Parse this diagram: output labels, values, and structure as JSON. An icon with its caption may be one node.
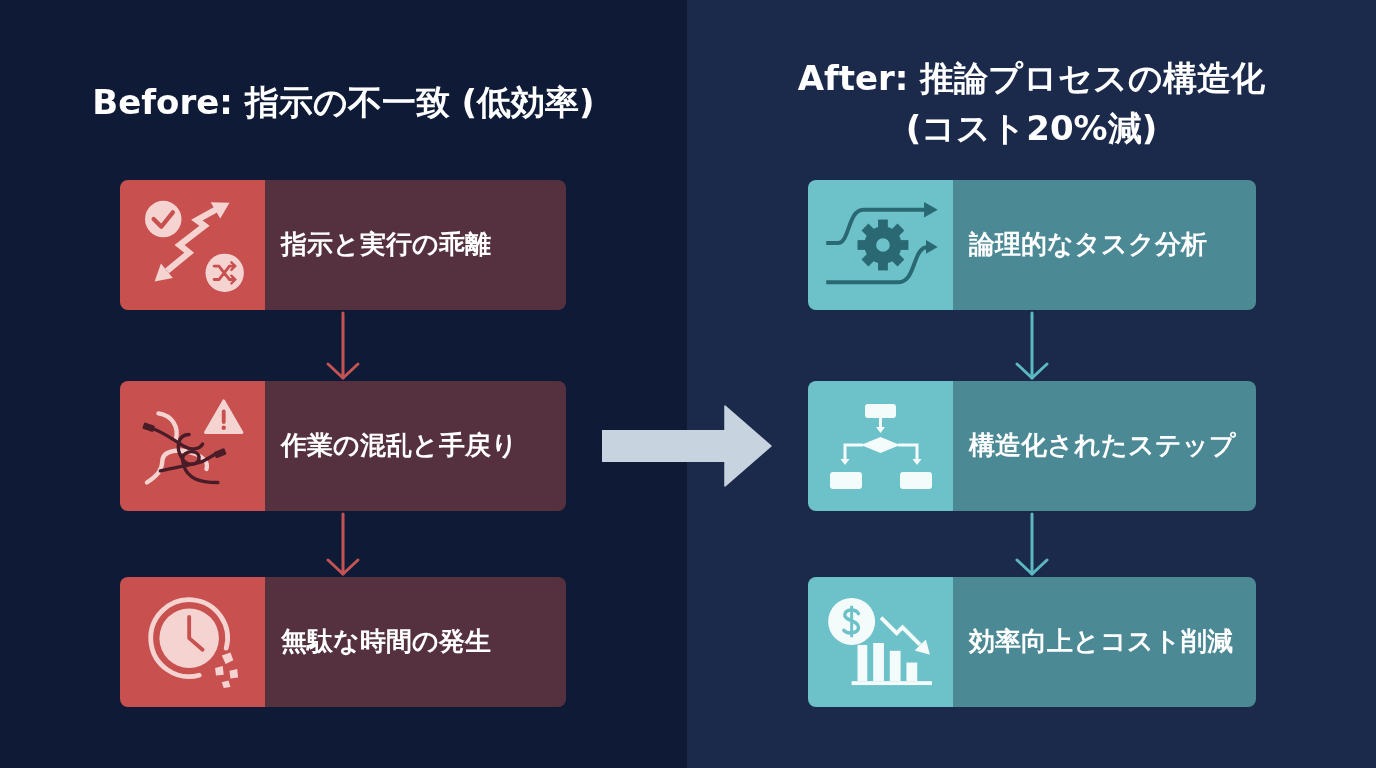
{
  "diagram": {
    "nodes": [
      {
        "text": [
          "Before: 指示の不一致 (低効率)"
        ]
      },
      {
        "text": [
          "指示と実行の乖離"
        ],
        "in": 0
      },
      {
        "text": [
          "作業の混乱と手戻り"
        ],
        "in": 0
      },
      {
        "text": [
          "無駄な時間の発生"
        ],
        "in": 0
      },
      {
        "text": [
          "After: 推論プロセスの構造化 (コスト20%減)"
        ]
      },
      {
        "text": [
          "論理的なタスク分析"
        ],
        "in": 4
      },
      {
        "text": [
          "構造化されたステップ"
        ],
        "in": 4
      },
      {
        "text": [
          "効率向上とコスト削減"
        ],
        "in": 4
      }
    ],
    "edges": [
      {
        "from": 1,
        "to": 2,
        "arrow": "to",
        "color": "#c45454"
      },
      {
        "from": 2,
        "to": 3,
        "arrow": "to",
        "color": "#c45454"
      },
      {
        "from": 2,
        "to": 6,
        "arrow": "to",
        "style": "thick",
        "color": "#c8d3e0"
      },
      {
        "from": 5,
        "to": 6,
        "arrow": "to",
        "color": "#5cb8c1"
      },
      {
        "from": 6,
        "to": 7,
        "arrow": "to",
        "color": "#5cb8c1"
      }
    ]
  }
}
